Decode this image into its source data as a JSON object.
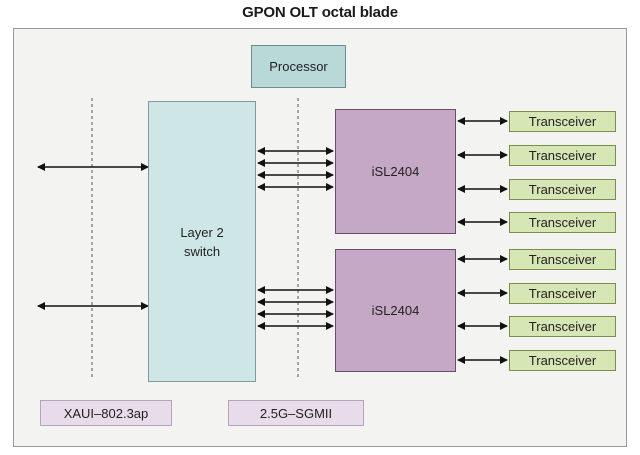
{
  "title": "GPON OLT octal blade",
  "blocks": {
    "processor": "Processor",
    "switch": "Layer 2\nswitch",
    "isl_top": "iSL2404",
    "isl_bottom": "iSL2404"
  },
  "transceivers": [
    "Transceiver",
    "Transceiver",
    "Transceiver",
    "Transceiver",
    "Transceiver",
    "Transceiver",
    "Transceiver",
    "Transceiver"
  ],
  "interfaces": {
    "left": "XAUI–802.3ap",
    "right": "2.5G–SGMII"
  }
}
